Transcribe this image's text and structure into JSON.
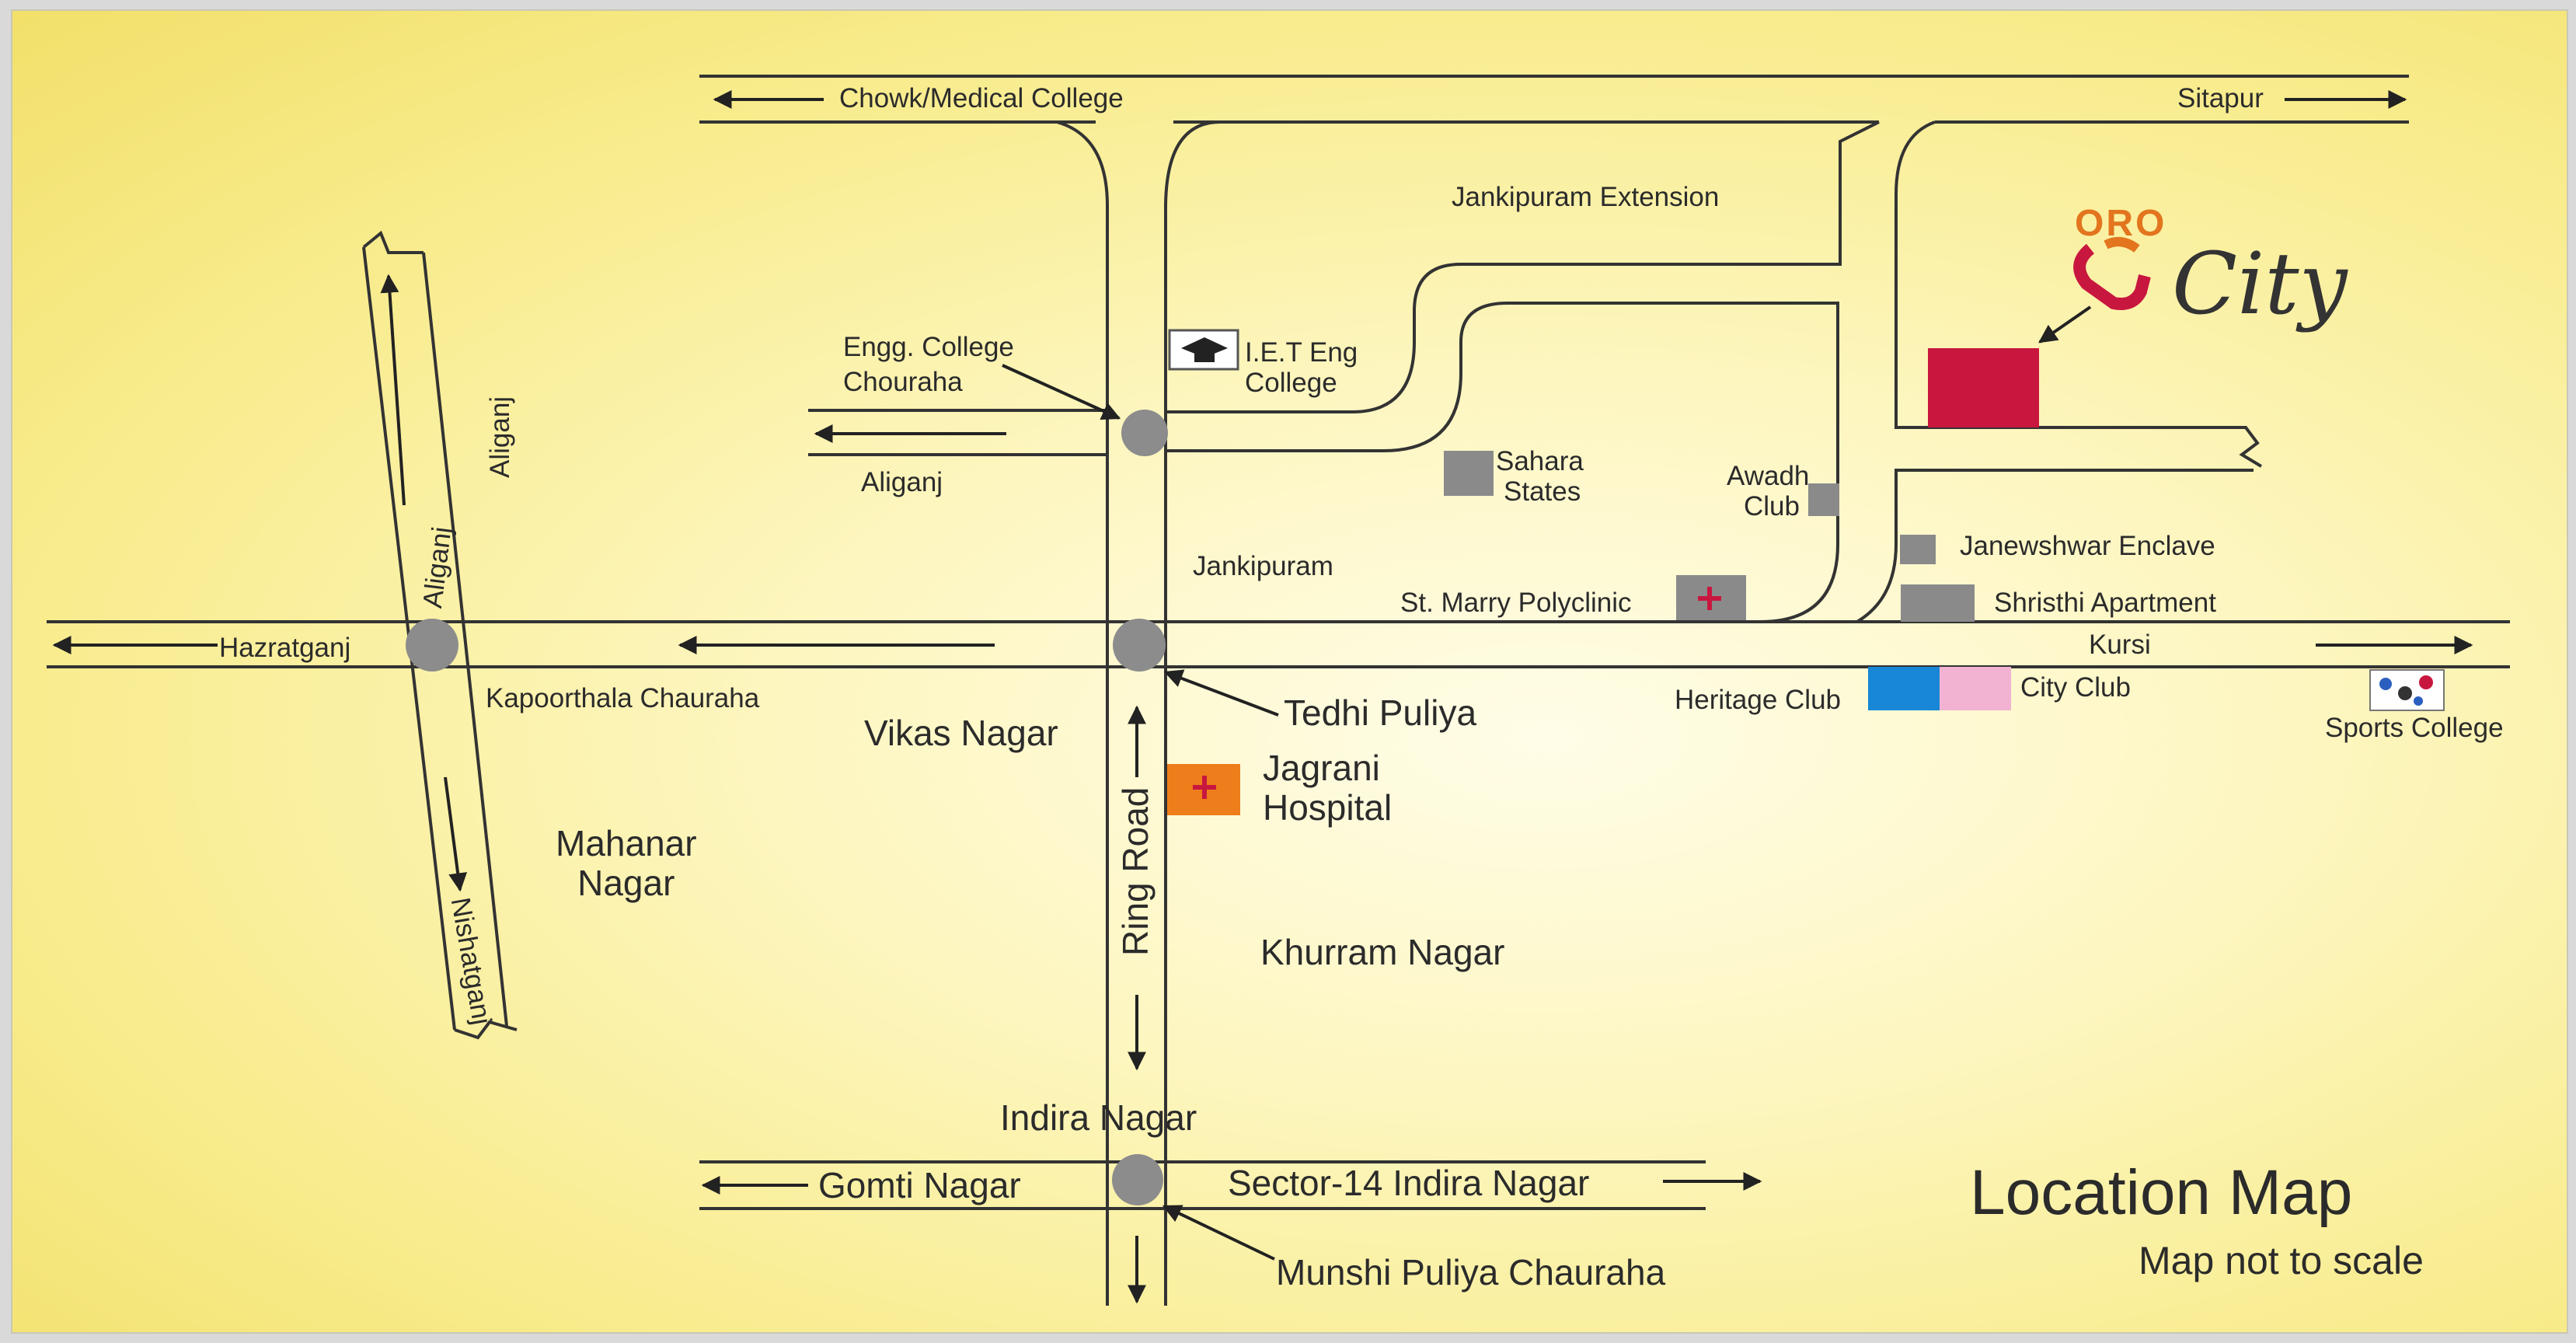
{
  "map": {
    "title": "Location Map",
    "subtitle": "Map not to scale",
    "brand": {
      "top": "ORO",
      "name": "City"
    },
    "roads": {
      "chowk": "Chowk/Medical College",
      "sitapur": "Sitapur",
      "hazratganj": "Hazratganj",
      "kursi": "Kursi",
      "gomti": "Gomti Nagar",
      "sector14": "Sector-14 Indira Nagar",
      "ring_road": "Ring Road",
      "aliganj_road": "Aliganj",
      "nishatganj": "Nishatganj",
      "aliganj_left": "Aliganj"
    },
    "junctions": {
      "engg": [
        "Engg. College",
        "Chouraha"
      ],
      "kapoorthala": "Kapoorthala Chauraha",
      "tedhi": "Tedhi Puliya",
      "munshi": "Munshi Puliya Chauraha"
    },
    "areas": {
      "jankipuram_ext": "Jankipuram Extension",
      "jankipuram": "Jankipuram",
      "aliganj": "Aliganj",
      "vikas": "Vikas Nagar",
      "mahanar": [
        "Mahanar",
        "Nagar"
      ],
      "khurram": "Khurram Nagar",
      "indira": "Indira Nagar"
    },
    "landmarks": {
      "iet": [
        "I.E.T Eng",
        "College"
      ],
      "sahara": [
        "Sahara",
        "States"
      ],
      "awadh": [
        "Awadh",
        "Club"
      ],
      "stmarry": "St. Marry Polyclinic",
      "janeshwar": "Janewshwar Enclave",
      "shristhi": "Shristhi Apartment",
      "heritage": "Heritage Club",
      "cityclub": "City Club",
      "sports": "Sports College",
      "jagrani": [
        "Jagrani",
        "Hospital"
      ]
    },
    "colors": {
      "project": "#c8173f",
      "hospital": "#ee7d1c",
      "heritage": "#1787d6",
      "cityclub": "#f2b3d2",
      "junction": "#8c8c8c",
      "building": "#8a8a8a",
      "road": "#333333",
      "brand_orange": "#e2751e",
      "brand_red": "#c8173f"
    }
  }
}
